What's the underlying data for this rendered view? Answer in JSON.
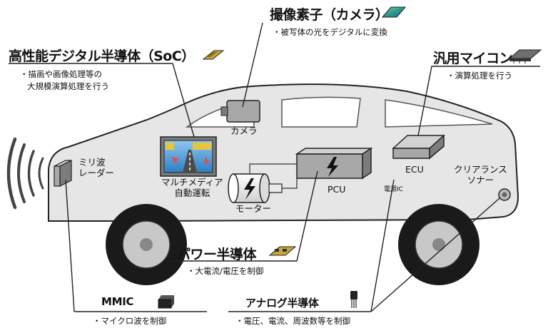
{
  "callouts": {
    "soc": {
      "title": "高性能デジタル半導体（SoC）",
      "desc_line1": "・描画や画像処理等の",
      "desc_line2": "大規模演算処理を行う",
      "icon": "chip-icon"
    },
    "image_sensor": {
      "title": "撮像素子（カメラ）",
      "desc": "・被写体の光をデジタルに変換",
      "icon": "image-sensor-icon"
    },
    "mcu": {
      "title": "汎用マイコン",
      "desc": "・演算処理を行う",
      "icon": "microcontroller-icon"
    },
    "power": {
      "title": "パワー半導体",
      "desc": "・大電流/電圧を制御",
      "icon": "power-module-icon"
    },
    "mmic": {
      "title": "MMIC",
      "desc": "・マイクロ波を制御",
      "icon": "mmic-package-icon"
    },
    "analog": {
      "title": "アナログ半導体",
      "desc": "・電圧、電流、周波数等を制御",
      "icon": "transistor-icon"
    }
  },
  "components": {
    "radar": {
      "line1": "ミリ波",
      "line2": "レーダー"
    },
    "camera": "カメラ",
    "multimedia": {
      "line1": "マルチメディア",
      "line2": "自動運転"
    },
    "motor": "モーター",
    "pcu": "PCU",
    "ecu": "ECU",
    "power_ic": "電源IC",
    "sonar": {
      "line1": "クリアランス",
      "line2": "ソナー"
    }
  },
  "colors": {
    "car_body": "#e6e6e6",
    "tire": "#1a1a1a",
    "wheel": "#c8c8c8",
    "box_front": "#a8a8a8",
    "box_top": "#d2d2d2",
    "box_side": "#7c7c7c",
    "screen": "#2f7ec2",
    "chip_gold": "#c9a63a"
  }
}
